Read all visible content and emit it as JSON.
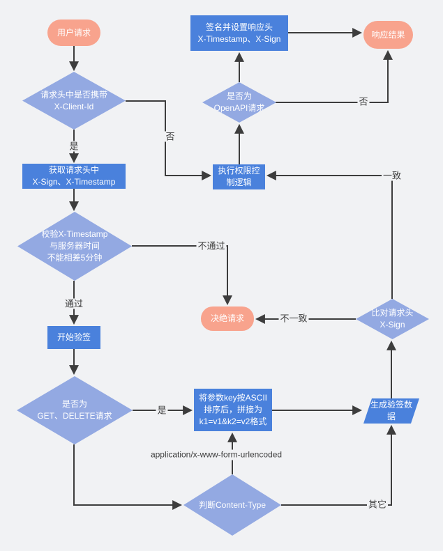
{
  "diagram": {
    "background_color": "#f1f2f4",
    "colors": {
      "terminator_fill": "#f8a38d",
      "process_fill": "#4a81dc",
      "decision_fill": "#93a9e2",
      "line": "#3d3d3d",
      "shape_text": "#ffffff",
      "label_text": "#3d3d3d"
    },
    "nodes": [
      {
        "id": "user-request",
        "type": "terminator",
        "label": "用户请求"
      },
      {
        "id": "sign-response-headers",
        "type": "process",
        "label": "签名并设置响应头\nX-Timestamp、X-Sign"
      },
      {
        "id": "response-result",
        "type": "terminator",
        "label": "响应结果"
      },
      {
        "id": "check-x-client-id",
        "type": "decision",
        "label": "请求头中是否携带\nX-Client-Id"
      },
      {
        "id": "is-openapi-request",
        "type": "decision",
        "label": "是否为\nOpenAPI请求"
      },
      {
        "id": "get-request-headers",
        "type": "process",
        "label": "获取请求头中\nX-Sign、X-Timestamp"
      },
      {
        "id": "exec-permission-control",
        "type": "process",
        "label": "执行权限控\n制逻辑"
      },
      {
        "id": "check-timestamp",
        "type": "decision",
        "label": "校验X-Timestamp\n与服务器时间\n不能相差5分钟"
      },
      {
        "id": "start-verification",
        "type": "process",
        "label": "开始验签"
      },
      {
        "id": "reject-request",
        "type": "terminator",
        "label": "决绝请求"
      },
      {
        "id": "compare-x-sign",
        "type": "decision",
        "label": "比对请求头\nX-Sign"
      },
      {
        "id": "is-get-delete-request",
        "type": "decision",
        "label": "是否为\nGET、DELETE请求"
      },
      {
        "id": "ascii-sort-params",
        "type": "process",
        "label": "将参数key按ASCII\n排序后，拼接为\nk1=v1&k2=v2格式"
      },
      {
        "id": "generate-verify-data",
        "type": "parallelogram",
        "label": "生成验签数\n据"
      },
      {
        "id": "check-content-type",
        "type": "decision",
        "label": "判断Content-Type"
      }
    ],
    "edge_labels": [
      {
        "id": "yes-client",
        "text": "是"
      },
      {
        "id": "no-client",
        "text": "否"
      },
      {
        "id": "pass",
        "text": "通过"
      },
      {
        "id": "fail",
        "text": "不通过"
      },
      {
        "id": "yes-method",
        "text": "是"
      },
      {
        "id": "form-urlencoded",
        "text": "application/x-www-form-urlencoded"
      },
      {
        "id": "other",
        "text": "其它"
      },
      {
        "id": "not-match",
        "text": "不一致"
      },
      {
        "id": "match",
        "text": "一致"
      },
      {
        "id": "no-openapi",
        "text": "否"
      }
    ]
  }
}
